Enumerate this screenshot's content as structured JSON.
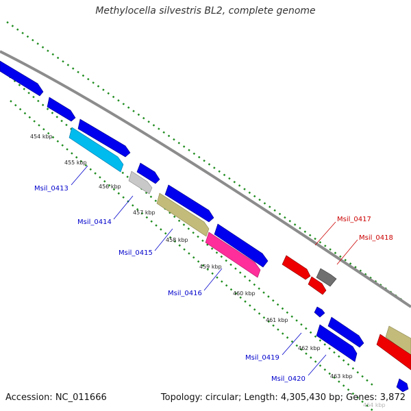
{
  "title": "Methylocella silvestris BL2, complete genome",
  "footer": {
    "accession": "Accession: NC_011666",
    "stats": "Topology: circular; Length: 4,305,430 bp; Genes: 3,872"
  },
  "kbp_labels": [
    "454 kbp",
    "455 kbp",
    "456 kbp",
    "457 kbp",
    "458 kbp",
    "459 kbp",
    "460 kbp",
    "461 kbp",
    "462 kbp",
    "463 kbp",
    "464 kbp"
  ],
  "gene_labels": [
    {
      "name": "Msil_0413",
      "color": "#0000cc"
    },
    {
      "name": "Msil_0414",
      "color": "#0000cc"
    },
    {
      "name": "Msil_0415",
      "color": "#0000cc"
    },
    {
      "name": "Msil_0416",
      "color": "#0000cc"
    },
    {
      "name": "Msil_0417",
      "color": "#cc0000"
    },
    {
      "name": "Msil_0418",
      "color": "#cc0000"
    },
    {
      "name": "Msil_0419",
      "color": "#0000cc"
    },
    {
      "name": "Msil_0420",
      "color": "#0000cc"
    }
  ],
  "colors": {
    "backbone": "#8c8c8c",
    "tick": "#1e8c1e",
    "blue": "#0000ee",
    "cyan": "#00bbee",
    "grey": "#c8c8c8",
    "khaki": "#c2bb7a",
    "magenta": "#ff2e9a",
    "red": "#ee0000",
    "darkgrey": "#707070"
  }
}
